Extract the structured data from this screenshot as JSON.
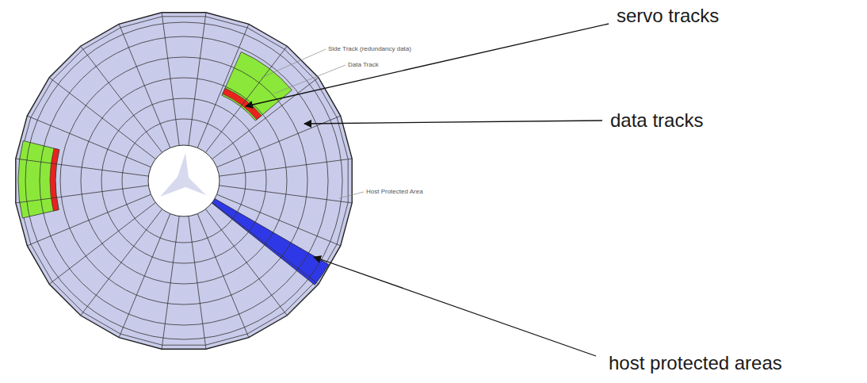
{
  "diagram": {
    "labels": [
      "servo tracks",
      "data tracks",
      "host protected areas",
      "Side Track (redundancy data)",
      "Data Track",
      "Host Protected Area"
    ]
  }
}
